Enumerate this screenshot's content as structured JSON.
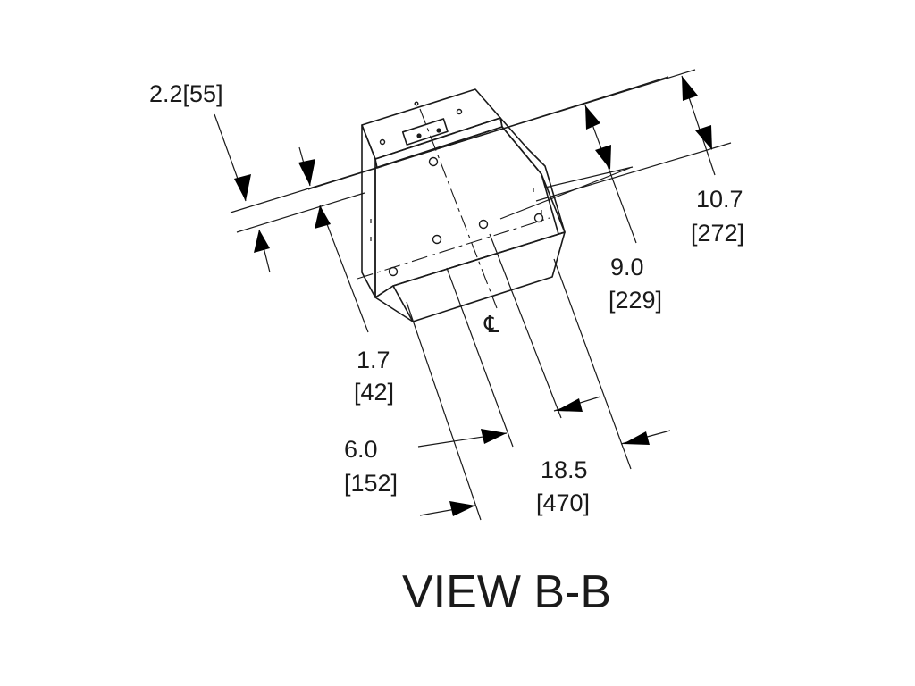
{
  "view_title": "VIEW B-B",
  "centerline_symbol": "℄",
  "dimensions": {
    "d_2_2": "2.2[55]",
    "d_10_7_in": "10.7",
    "d_10_7_mm": "[272]",
    "d_9_0_in": "9.0",
    "d_9_0_mm": "[229]",
    "d_1_7_in": "1.7",
    "d_1_7_mm": "[42]",
    "d_6_0_in": "6.0",
    "d_6_0_mm": "[152]",
    "d_18_5_in": "18.5",
    "d_18_5_mm": "[470]"
  }
}
